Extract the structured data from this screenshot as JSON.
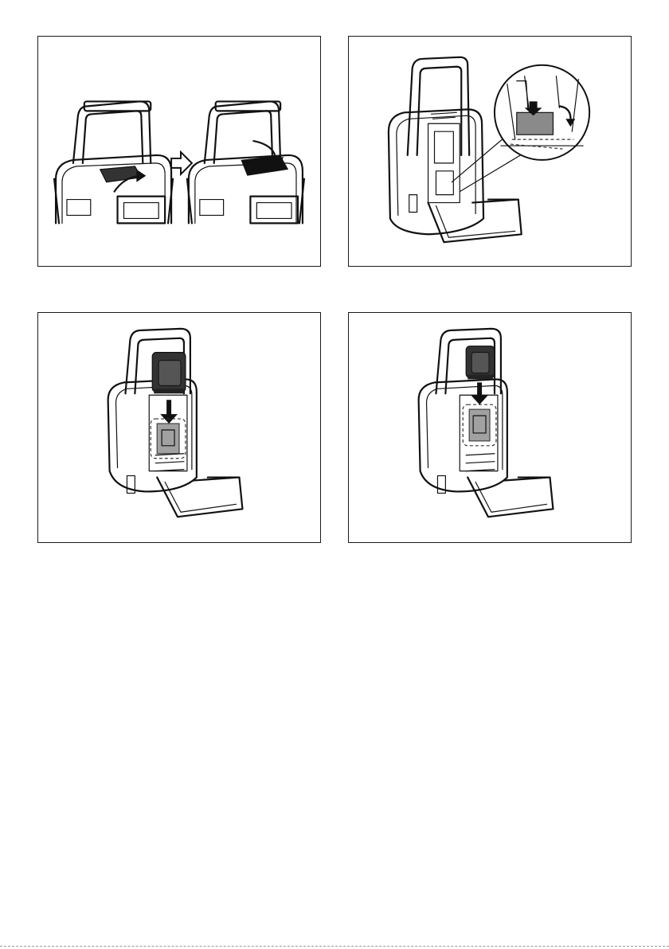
{
  "figures": [
    {
      "id": "fig-handle-lock",
      "icon": "radio-handle-lock-illustration"
    },
    {
      "id": "fig-open-cover",
      "icon": "radio-open-battery-cover-illustration"
    },
    {
      "id": "fig-insert-battery-large",
      "icon": "radio-insert-large-battery-illustration"
    },
    {
      "id": "fig-insert-battery-small",
      "icon": "radio-insert-small-battery-illustration"
    }
  ],
  "colors": {
    "line": "#111111",
    "gray_fill": "#8a8a8a",
    "dark_fill": "#333333"
  }
}
